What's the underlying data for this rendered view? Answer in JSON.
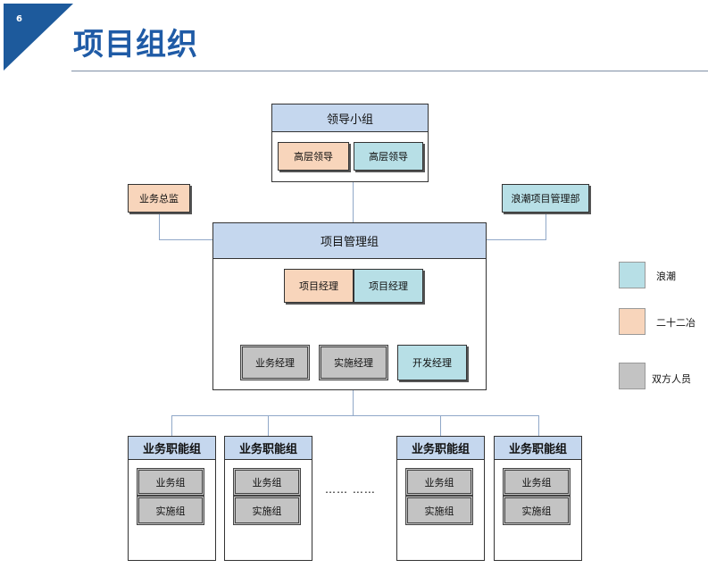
{
  "header": {
    "slide_number": "6",
    "title": "项目组织"
  },
  "diagram": {
    "leadership_group": {
      "title": "领导小组",
      "members": [
        "高层领导",
        "高层领导"
      ]
    },
    "business_director": "业务总监",
    "langchao_pmo": "浪潮项目管理部",
    "project_management_group": {
      "title": "项目管理组",
      "project_managers": [
        "项目经理",
        "项目经理"
      ],
      "managers": [
        "业务经理",
        "实施经理",
        "开发经理"
      ]
    },
    "functional_groups": [
      {
        "title": "业务职能组",
        "subgroups": [
          "业务组",
          "实施组"
        ]
      },
      {
        "title": "业务职能组",
        "subgroups": [
          "业务组",
          "实施组"
        ]
      },
      {
        "title": "业务职能组",
        "subgroups": [
          "业务组",
          "实施组"
        ]
      },
      {
        "title": "业务职能组",
        "subgroups": [
          "业务组",
          "实施组"
        ]
      }
    ],
    "ellipsis": "……  ……"
  },
  "legend": {
    "items": [
      {
        "label": "浪潮",
        "color": "#b7dfe6"
      },
      {
        "label": "二十二冶",
        "color": "#f8d5bb"
      },
      {
        "label": "双方人员",
        "color": "#c3c3c3"
      }
    ]
  }
}
